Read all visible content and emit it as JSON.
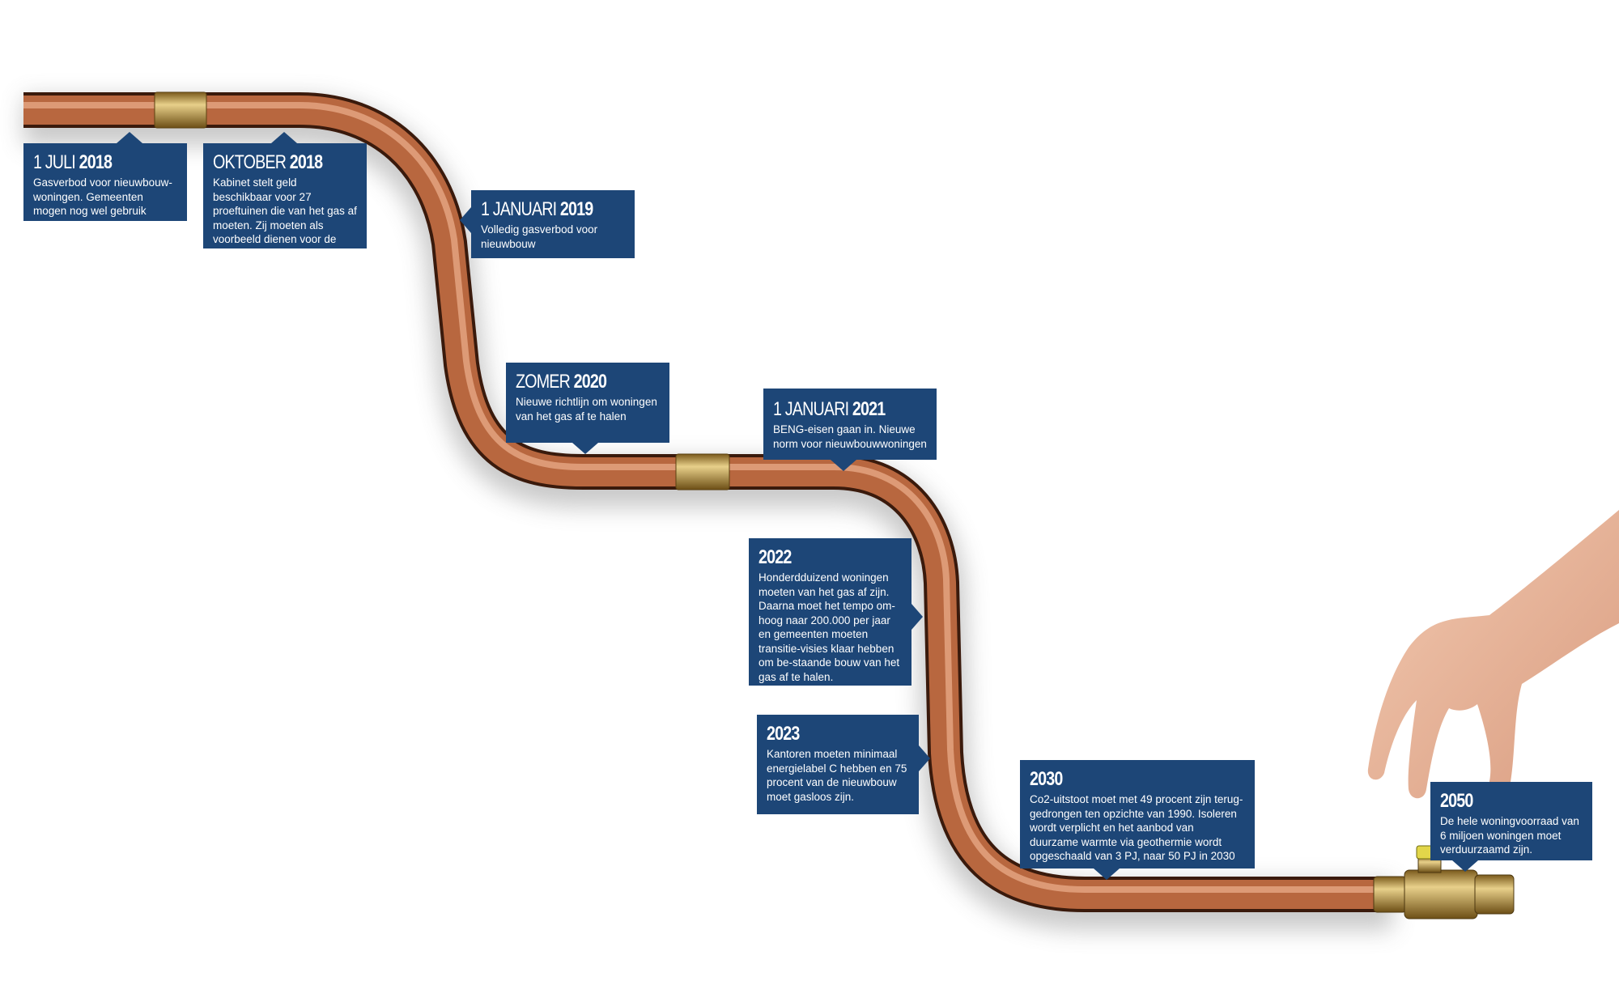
{
  "colors": {
    "box": "#1d4677",
    "copper": "#b8673f",
    "brass": "#c9a34a"
  },
  "events": [
    {
      "prefix": "1 JULI",
      "year": "2018",
      "text": "Gasverbod voor nieuwbouw-woningen. Gemeenten mogen nog wel gebruik maken"
    },
    {
      "prefix": "OKTOBER",
      "year": "2018",
      "text": "Kabinet stelt geld beschikbaar voor 27 proeftuinen die van het gas af moeten. Zij moeten als voorbeeld dienen voor de rest van Nederland."
    },
    {
      "prefix": "1 JANUARI",
      "year": "2019",
      "text": "Volledig gasverbod voor nieuwbouw"
    },
    {
      "prefix": "ZOMER",
      "year": "2020",
      "text": "Nieuwe richtlijn om woningen van het gas af te halen"
    },
    {
      "prefix": "1 JANUARI",
      "year": "2021",
      "text": "BENG-eisen gaan in. Nieuwe norm voor nieuwbouwwoningen"
    },
    {
      "prefix": "",
      "year": "2022",
      "text": "Honderdduizend woningen moeten van het gas af zijn. Daarna moet het tempo om-hoog naar 200.000 per jaar en gemeenten moeten transitie-visies klaar hebben om be-staande bouw van het gas af te halen."
    },
    {
      "prefix": "",
      "year": "2023",
      "text": "Kantoren moeten minimaal energielabel C  hebben en 75 procent van de nieuwbouw moet gasloos zijn."
    },
    {
      "prefix": "",
      "year": "2030",
      "text": "Co2-uitstoot moet met 49 procent zijn terug-gedrongen ten opzichte van 1990. Isoleren wordt verplicht en het aanbod van duurzame warmte via geothermie wordt opgeschaald van 3 PJ, naar 50 PJ in 2030"
    },
    {
      "prefix": "",
      "year": "2050",
      "text": "De hele woningvoorraad van 6 miljoen woningen moet verduurzaamd zijn."
    }
  ]
}
